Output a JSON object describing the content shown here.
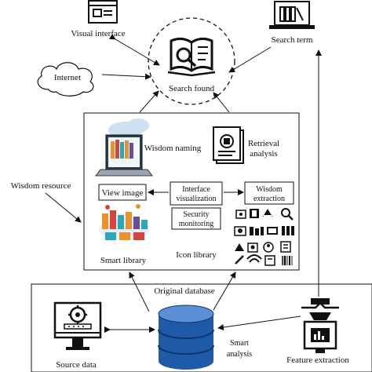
{
  "labels": {
    "visual_interface": "Visual interface",
    "search_term": "Search term",
    "internet": "Internet",
    "search_found": "Search found",
    "wisdom_naming": "Wisdom naming",
    "retrieval_line1": "Retrieval",
    "retrieval_line2": "analysis",
    "wisdom_resource": "Wisdom resource",
    "view_image": "View image",
    "interface_line1": "Interface",
    "interface_line2": "visualization",
    "wisdom_extraction_line1": "Wisdom",
    "wisdom_extraction_line2": "extraction",
    "security_line1": "Security",
    "security_line2": "monitoring",
    "smart_library": "Smart library",
    "icon_library": "Icon library",
    "original_database": "Original database",
    "smart_analysis_line1": "Smart",
    "smart_analysis_line2": "analysis",
    "source_data": "Source data",
    "feature_extraction": "Feature extraction"
  },
  "colors": {
    "stroke": "#111111",
    "database_blue": "#1f5aa6",
    "database_light": "#5b8fd6",
    "tile_orange": "#e8912d",
    "tile_teal": "#2aa7b8",
    "tile_red": "#d6453d",
    "cloud_blue": "#9cc3e6"
  },
  "icons": [
    "browser-window-icon",
    "laptop-bookshelf-icon",
    "cloud-icon",
    "open-book-search-icon",
    "laptop-books-icon",
    "retrieval-document-icon",
    "smart-library-icon",
    "icon-grid",
    "monitor-settings-icon",
    "database-icon",
    "feature-extraction-robot-icon"
  ]
}
